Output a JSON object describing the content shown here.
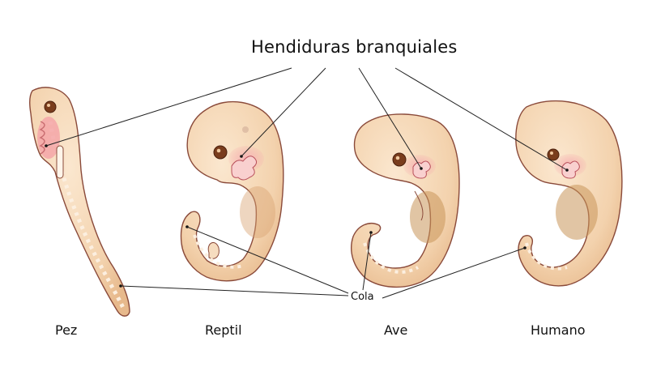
{
  "title": "Hendiduras branquiales",
  "tail_label": "Cola",
  "species": [
    "Pez",
    "Reptil",
    "Ave",
    "Humano"
  ],
  "colors": {
    "skin": "#f6dcbf",
    "skin_shadow": "#d9a574",
    "outline": "#8a4a3a",
    "gills": "#f4a6a8",
    "eye": "#7a3d1d",
    "liver": "#c9955a",
    "text": "#111111"
  }
}
